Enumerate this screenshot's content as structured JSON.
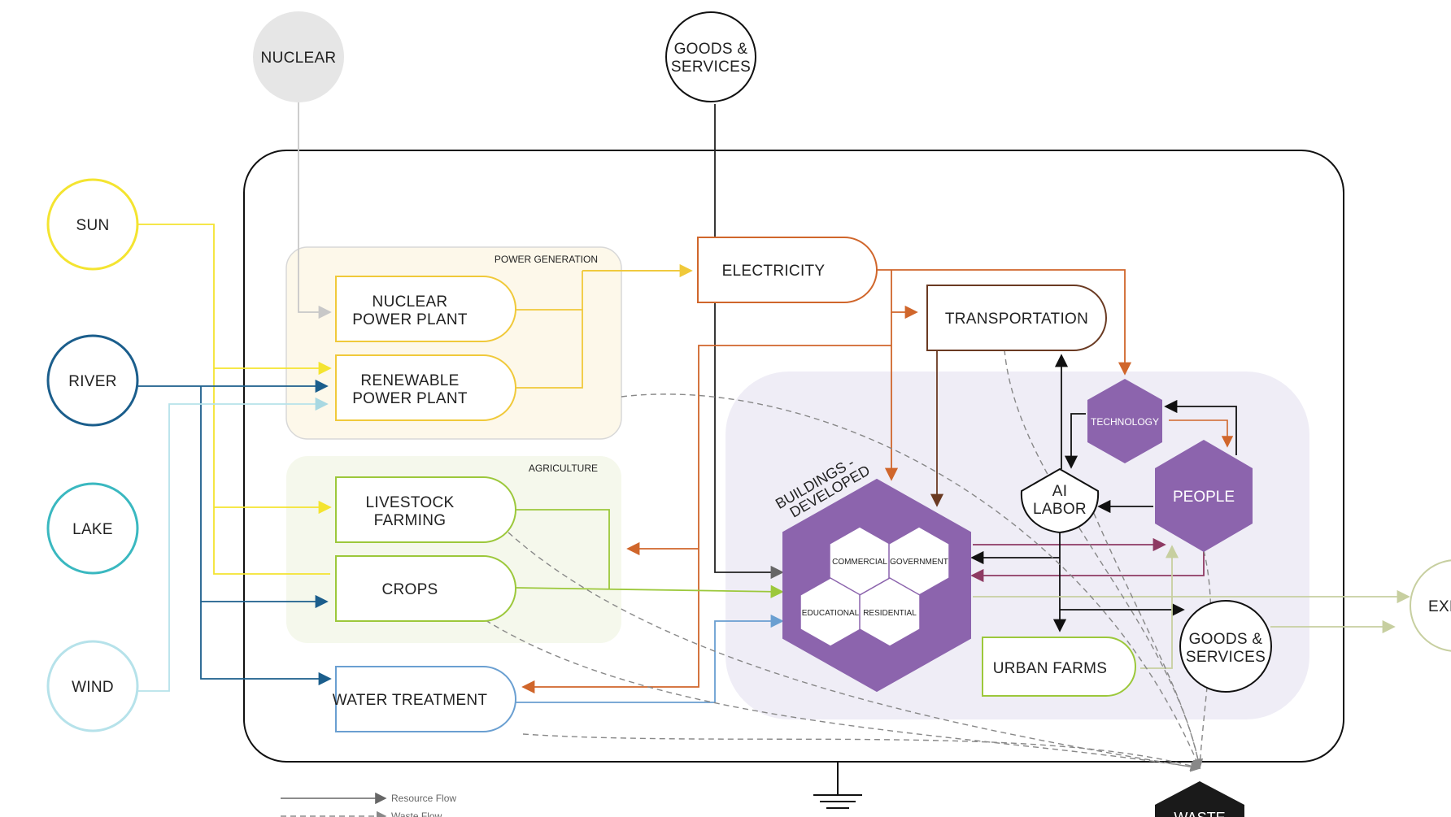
{
  "sources": {
    "nuclear": "NUCLEAR",
    "sun": "SUN",
    "river": "RIVER",
    "lake": "LAKE",
    "wind": "WIND",
    "goods_top_line1": "GOODS &",
    "goods_top_line2": "SERVICES"
  },
  "groups": {
    "power_generation": "POWER GENERATION",
    "agriculture": "AGRICULTURE"
  },
  "nodes": {
    "nuclear_plant_line1": "NUCLEAR",
    "nuclear_plant_line2": "POWER PLANT",
    "renewable_line1": "RENEWABLE",
    "renewable_line2": "POWER PLANT",
    "livestock_line1": "LIVESTOCK",
    "livestock_line2": "FARMING",
    "crops": "CROPS",
    "water_treatment": "WATER TREATMENT",
    "electricity": "ELECTRICITY",
    "transportation": "TRANSPORTATION",
    "technology": "TECHNOLOGY",
    "people": "PEOPLE",
    "ai_line1": "AI",
    "ai_line2": "LABOR",
    "urban_farms": "URBAN FARMS",
    "goods_inner_line1": "GOODS &",
    "goods_inner_line2": "SERVICES",
    "export_partial": "EXP",
    "waste_partial": "WASTE"
  },
  "buildings": {
    "title_line1": "BUILDINGS -",
    "title_line2": "DEVELOPED",
    "commercial": "COMMERCIAL",
    "government": "GOVERNMENT",
    "educational": "EDUCATIONAL",
    "residential": "RESIDENTIAL"
  },
  "legend": {
    "resource_flow": "Resource Flow",
    "waste_flow": "Waste Flow"
  },
  "colors": {
    "sun": "#f4e430",
    "river": "#1b5e8c",
    "lake": "#3ab8c0",
    "wind": "#b6e2ea",
    "nuclear_fill": "#e6e6e6",
    "power_bg": "#fdf8ea",
    "agri_bg": "#f5f8ec",
    "city_bg": "#efedf6",
    "plant_yellow": "#f0c93a",
    "agri_green": "#9cc83b",
    "electricity_orange": "#d0662b",
    "transport_brown": "#6a3a22",
    "purple": "#8c64ad",
    "magenta": "#8e3a63",
    "water_blue": "#6a9fd1",
    "export_line": "#c7cfa0",
    "waste_dash": "#888888"
  }
}
